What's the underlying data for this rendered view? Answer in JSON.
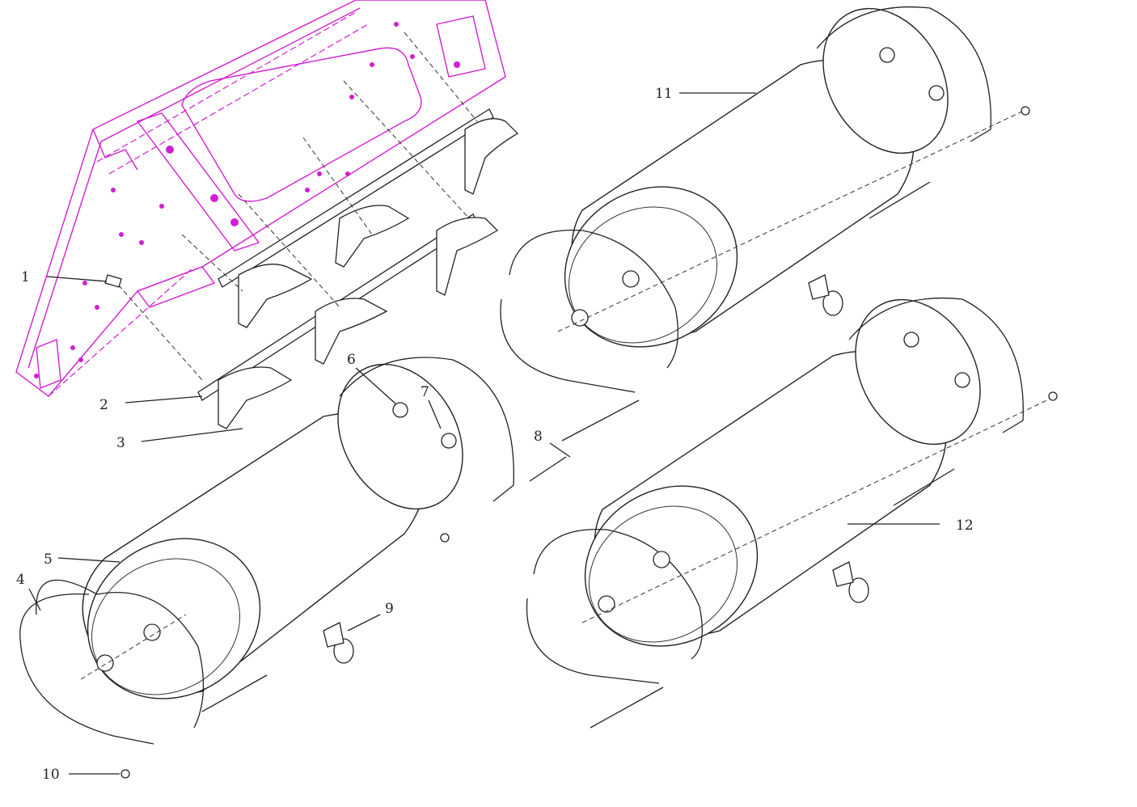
{
  "title": "Air tank mounting exploded view",
  "colors": {
    "frame": "#d21ed2",
    "lines": "#222222"
  },
  "callouts": [
    {
      "id": "1",
      "text": "1"
    },
    {
      "id": "2",
      "text": "2"
    },
    {
      "id": "3",
      "text": "3"
    },
    {
      "id": "4",
      "text": "4"
    },
    {
      "id": "5",
      "text": "5"
    },
    {
      "id": "6",
      "text": "6"
    },
    {
      "id": "7",
      "text": "7"
    },
    {
      "id": "8",
      "text": "8"
    },
    {
      "id": "9",
      "text": "9"
    },
    {
      "id": "10",
      "text": "10"
    },
    {
      "id": "11",
      "text": "11"
    },
    {
      "id": "12",
      "text": "12"
    }
  ]
}
